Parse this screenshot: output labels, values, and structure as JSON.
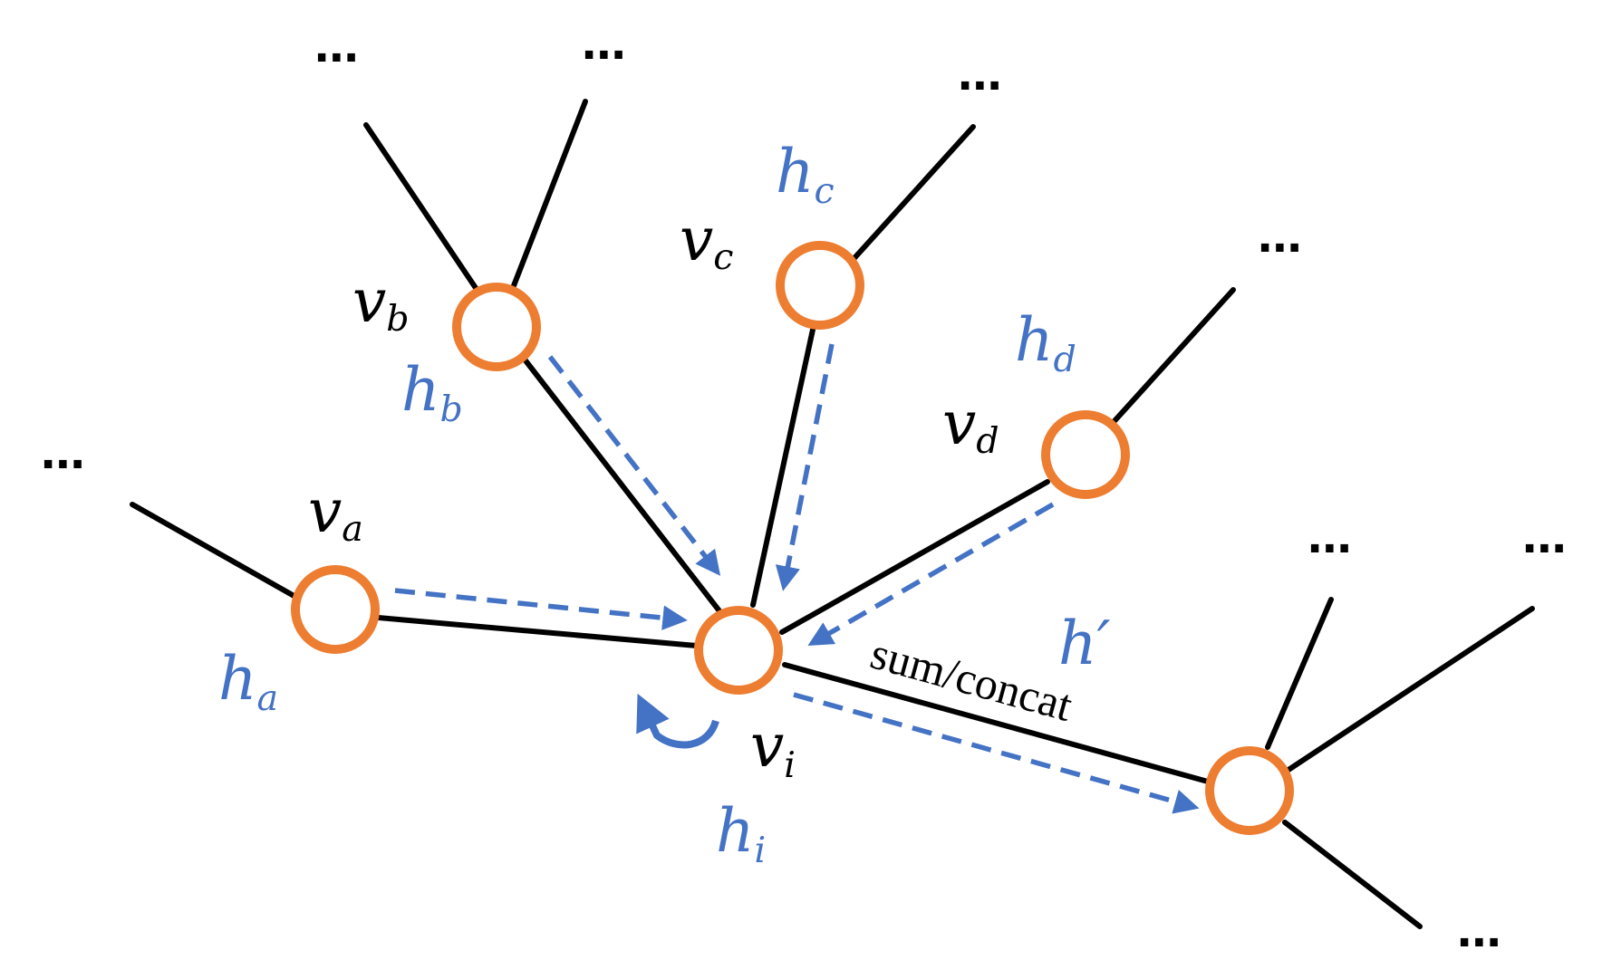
{
  "nodes": {
    "a": {
      "v_base": "v",
      "v_sub": "a",
      "h_base": "h",
      "h_sub": "a"
    },
    "b": {
      "v_base": "v",
      "v_sub": "b",
      "h_base": "h",
      "h_sub": "b"
    },
    "c": {
      "v_base": "v",
      "v_sub": "c",
      "h_base": "h",
      "h_sub": "c"
    },
    "d": {
      "v_base": "v",
      "v_sub": "d",
      "h_base": "h",
      "h_sub": "d"
    },
    "i": {
      "v_base": "v",
      "v_sub": "i",
      "h_base": "h",
      "h_sub": "i"
    }
  },
  "aggregate": {
    "h_out": "h′",
    "operation": "sum/concat"
  },
  "ellipsis": "···",
  "colors": {
    "node_ring": "#ED7D31",
    "message": "#4472C4",
    "edge": "#000000"
  }
}
